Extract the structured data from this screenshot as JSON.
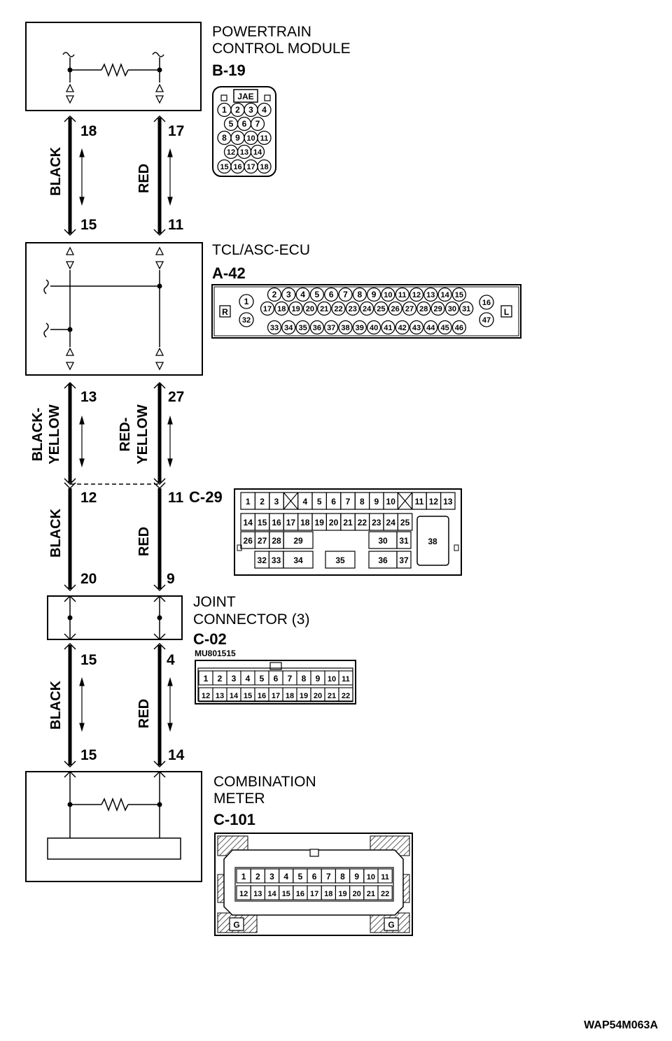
{
  "components": {
    "pcm": {
      "name_line1": "POWERTRAIN",
      "name_line2": "CONTROL MODULE",
      "connector": "B-19",
      "connector_type": "JAE"
    },
    "tcl_ecu": {
      "name": "TCL/ASC-ECU",
      "connector": "A-42",
      "side_left": "R",
      "side_right": "L"
    },
    "c29": {
      "connector": "C-29"
    },
    "joint": {
      "name_line1": "JOINT",
      "name_line2": "CONNECTOR (3)",
      "connector": "C-02",
      "part_number": "MU801515"
    },
    "meter": {
      "name_line1": "COMBINATION",
      "name_line2": "METER",
      "connector": "C-101",
      "ground_label": "G"
    }
  },
  "wires": {
    "seg1": {
      "left_color": "BLACK",
      "right_color": "RED",
      "left_top_pin": "18",
      "left_bottom_pin": "15",
      "right_top_pin": "17",
      "right_bottom_pin": "11"
    },
    "seg2": {
      "left_color_line1": "BLACK-",
      "left_color_line2": "YELLOW",
      "right_color_line1": "RED-",
      "right_color_line2": "YELLOW",
      "left_top_pin": "13",
      "right_top_pin": "27"
    },
    "seg3": {
      "left_color": "BLACK",
      "right_color": "RED",
      "left_top_pin": "12",
      "right_top_pin": "11",
      "left_bottom_pin": "20",
      "right_bottom_pin": "9"
    },
    "seg4": {
      "left_color": "BLACK",
      "right_color": "RED",
      "left_top_pin": "15",
      "right_top_pin": "4",
      "left_bottom_pin": "15",
      "right_bottom_pin": "14"
    }
  },
  "connector_pins": {
    "b19": [
      [
        "1",
        "2",
        "3",
        "4"
      ],
      [
        "5",
        "6",
        "7"
      ],
      [
        "8",
        "9",
        "10",
        "11"
      ],
      [
        "12",
        "13",
        "14"
      ],
      [
        "15",
        "16",
        "17",
        "18"
      ]
    ],
    "a42": {
      "left_col": [
        "1",
        "32"
      ],
      "right_col": [
        "16",
        "47"
      ],
      "row1": [
        "2",
        "3",
        "4",
        "5",
        "6",
        "7",
        "8",
        "9",
        "10",
        "11",
        "12",
        "13",
        "14",
        "15"
      ],
      "row2": [
        "17",
        "18",
        "19",
        "20",
        "21",
        "22",
        "23",
        "24",
        "25",
        "26",
        "27",
        "28",
        "29",
        "30",
        "31"
      ],
      "row3": [
        "33",
        "34",
        "35",
        "36",
        "37",
        "38",
        "39",
        "40",
        "41",
        "42",
        "43",
        "44",
        "45",
        "46"
      ]
    },
    "c29": {
      "row1": [
        "1",
        "2",
        "3",
        "",
        "4",
        "5",
        "6",
        "7",
        "8",
        "9",
        "10",
        "",
        "11",
        "12",
        "13"
      ],
      "row2": [
        "14",
        "15",
        "16",
        "17",
        "18",
        "19",
        "20",
        "21",
        "22",
        "23",
        "24",
        "25"
      ],
      "row3a": [
        "26",
        "27",
        "28"
      ],
      "p29": "29",
      "p30": "30",
      "p31": "31",
      "row4a": [
        "32",
        "33"
      ],
      "p34": "34",
      "p35": "35",
      "p36": "36",
      "p37": "37",
      "p38": "38"
    },
    "c02": {
      "row1": [
        "1",
        "2",
        "3",
        "4",
        "5",
        "6",
        "7",
        "8",
        "9",
        "10",
        "11"
      ],
      "row2": [
        "12",
        "13",
        "14",
        "15",
        "16",
        "17",
        "18",
        "19",
        "20",
        "21",
        "22"
      ]
    },
    "c101": {
      "row1": [
        "1",
        "2",
        "3",
        "4",
        "5",
        "6",
        "7",
        "8",
        "9",
        "10",
        "11"
      ],
      "row2": [
        "12",
        "13",
        "14",
        "15",
        "16",
        "17",
        "18",
        "19",
        "20",
        "21",
        "22"
      ]
    }
  },
  "footer": {
    "figure_id": "WAP54M063A"
  }
}
